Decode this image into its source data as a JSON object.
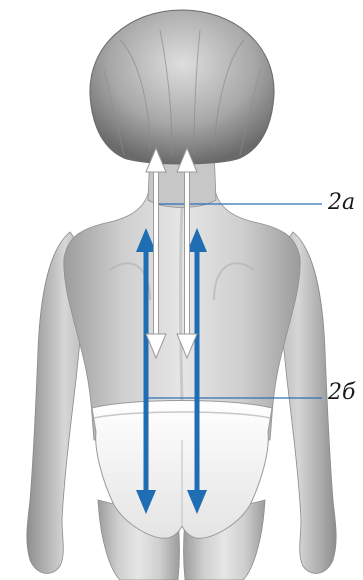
{
  "callouts": [
    {
      "id": "2a",
      "text": "2а"
    },
    {
      "id": "2b",
      "text": "2б"
    }
  ],
  "colors": {
    "background": "#ffffff",
    "skin_light": "#e9e9e9",
    "skin_mid": "#bdbdbd",
    "skin_dark": "#7a7a7a",
    "hair_light": "#d2d2d2",
    "hair_dark": "#6f6f6f",
    "underwear": "#f7f7f7",
    "arrow_white": "#ffffff",
    "arrow_white_outline": "#9a9a9a",
    "arrow_blue": "#1f6db3",
    "leader_line": "#2f6fb8"
  },
  "arrows": [
    {
      "name": "white-arrow-left",
      "style": "white",
      "heads": "both"
    },
    {
      "name": "white-arrow-right",
      "style": "white",
      "heads": "both"
    },
    {
      "name": "blue-arrow-left",
      "style": "blue",
      "heads": "both"
    },
    {
      "name": "blue-arrow-right",
      "style": "blue",
      "heads": "both"
    }
  ]
}
